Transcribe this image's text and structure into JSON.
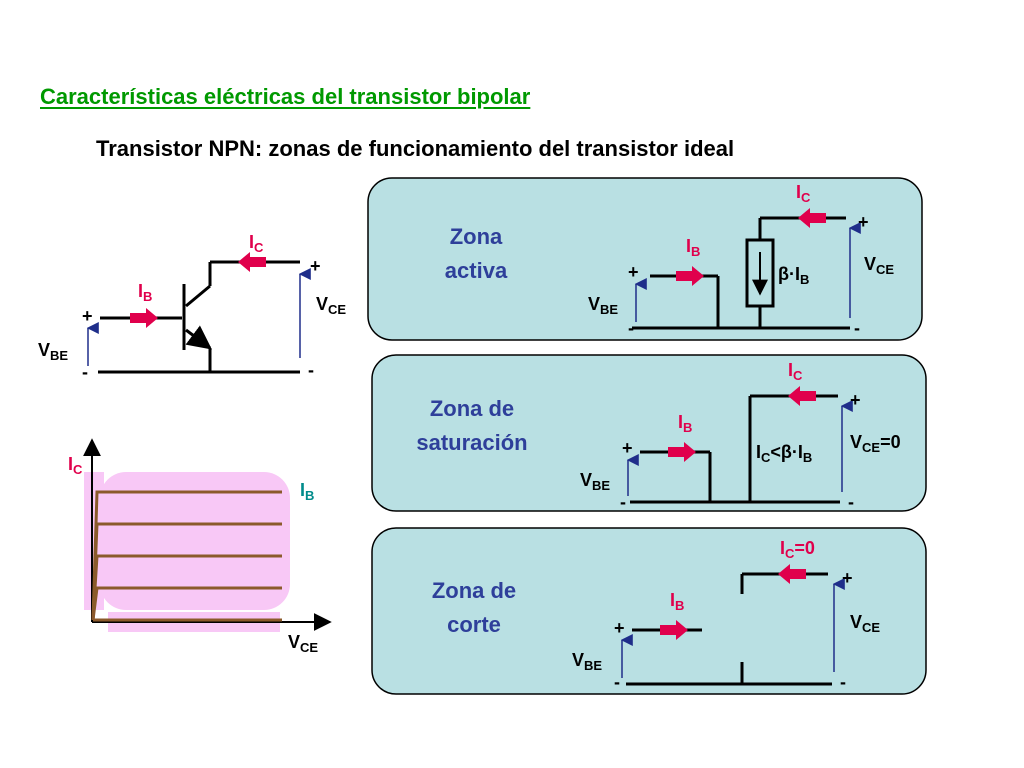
{
  "header": {
    "title": "Características eléctricas del transistor bipolar",
    "subtitle": "Transistor NPN: zonas de funcionamiento del transistor ideal"
  },
  "labels": {
    "plus": "+",
    "minus": "-",
    "i": "I",
    "v": "V",
    "sub_b": "B",
    "sub_c": "C",
    "sub_be": "BE",
    "sub_ce": "CE"
  },
  "zones": {
    "active": {
      "line1": "Zona",
      "line2": "activa",
      "source_label": "β·I",
      "source_sub": "B"
    },
    "saturation": {
      "line1": "Zona de",
      "line2": "saturación",
      "relation": "<β·I",
      "relation_sub": "B",
      "vce_value": "=0"
    },
    "cutoff": {
      "line1": "Zona de",
      "line2": "corte",
      "ic_value": "=0"
    }
  },
  "colors": {
    "title": "#009900",
    "current_label": "#e0004c",
    "zone_text": "#2e3f9a",
    "zone_panel": "#b9e0e3",
    "curve": "#8b5a2b",
    "region_highlight": "#f8c8f6",
    "ib_label": "#008b8b",
    "voltage_arrow": "#1f2e8a"
  },
  "icons": [
    "npn-transistor-icon",
    "current-arrow-icon",
    "current-source-icon"
  ]
}
